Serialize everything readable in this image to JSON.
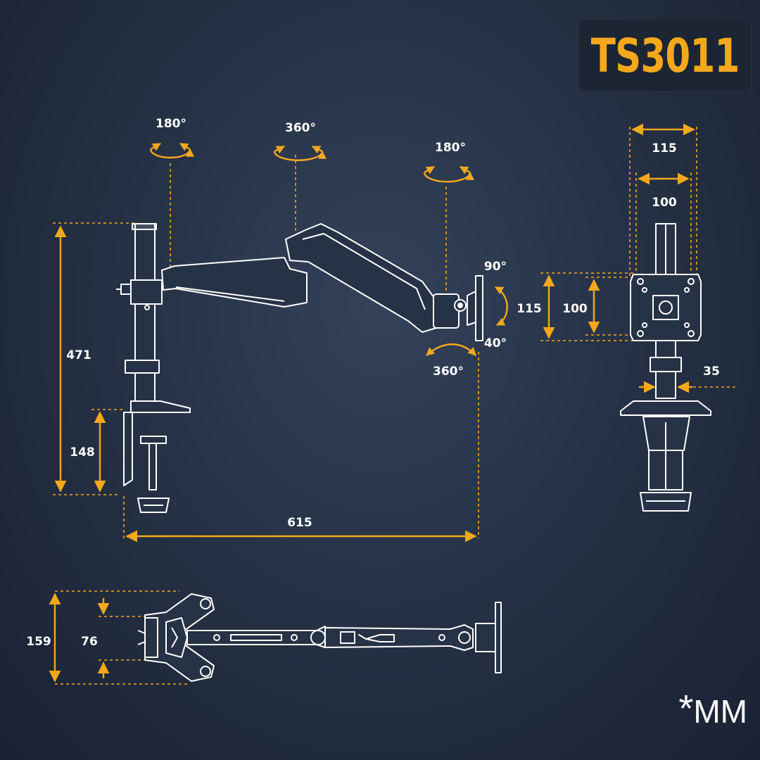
{
  "title": "TS3011",
  "unit_note": {
    "star": "*",
    "unit": "MM"
  },
  "colors": {
    "accent": "#f5a81c",
    "line": "#ffffff",
    "background": "#263246"
  },
  "side_view": {
    "rotation_labels": [
      "180°",
      "360°",
      "180°"
    ],
    "height_total": "471",
    "clamp_height": "148",
    "reach": "615",
    "tilt_up": "90°",
    "tilt_down": "40°",
    "swivel": "360°"
  },
  "front_view": {
    "width_outer": "115",
    "width_inner": "100",
    "height_outer": "115",
    "height_inner": "100",
    "pole_width": "35"
  },
  "top_view": {
    "base_width": "159",
    "base_inner": "76"
  },
  "icons": [
    "rotation-arrow-icon",
    "dimension-arrow-icon"
  ]
}
